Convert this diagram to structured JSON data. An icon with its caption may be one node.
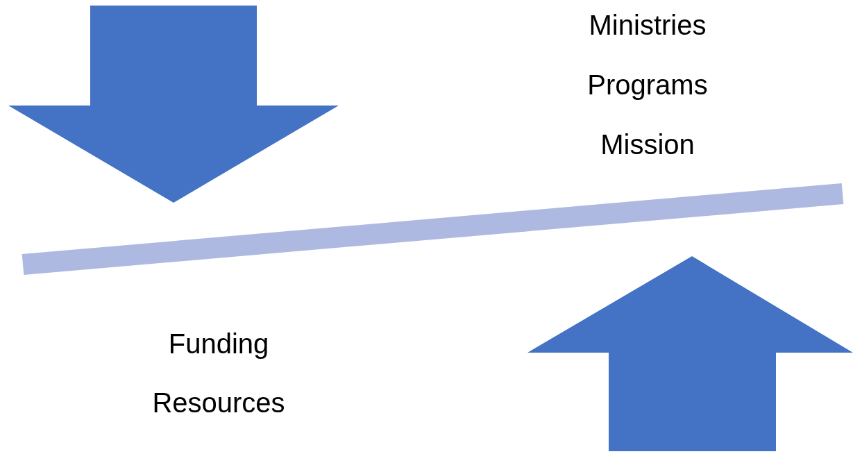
{
  "diagram": {
    "labels": [
      "Ministries",
      "Programs",
      "Mission",
      "Funding",
      "Resources"
    ]
  }
}
